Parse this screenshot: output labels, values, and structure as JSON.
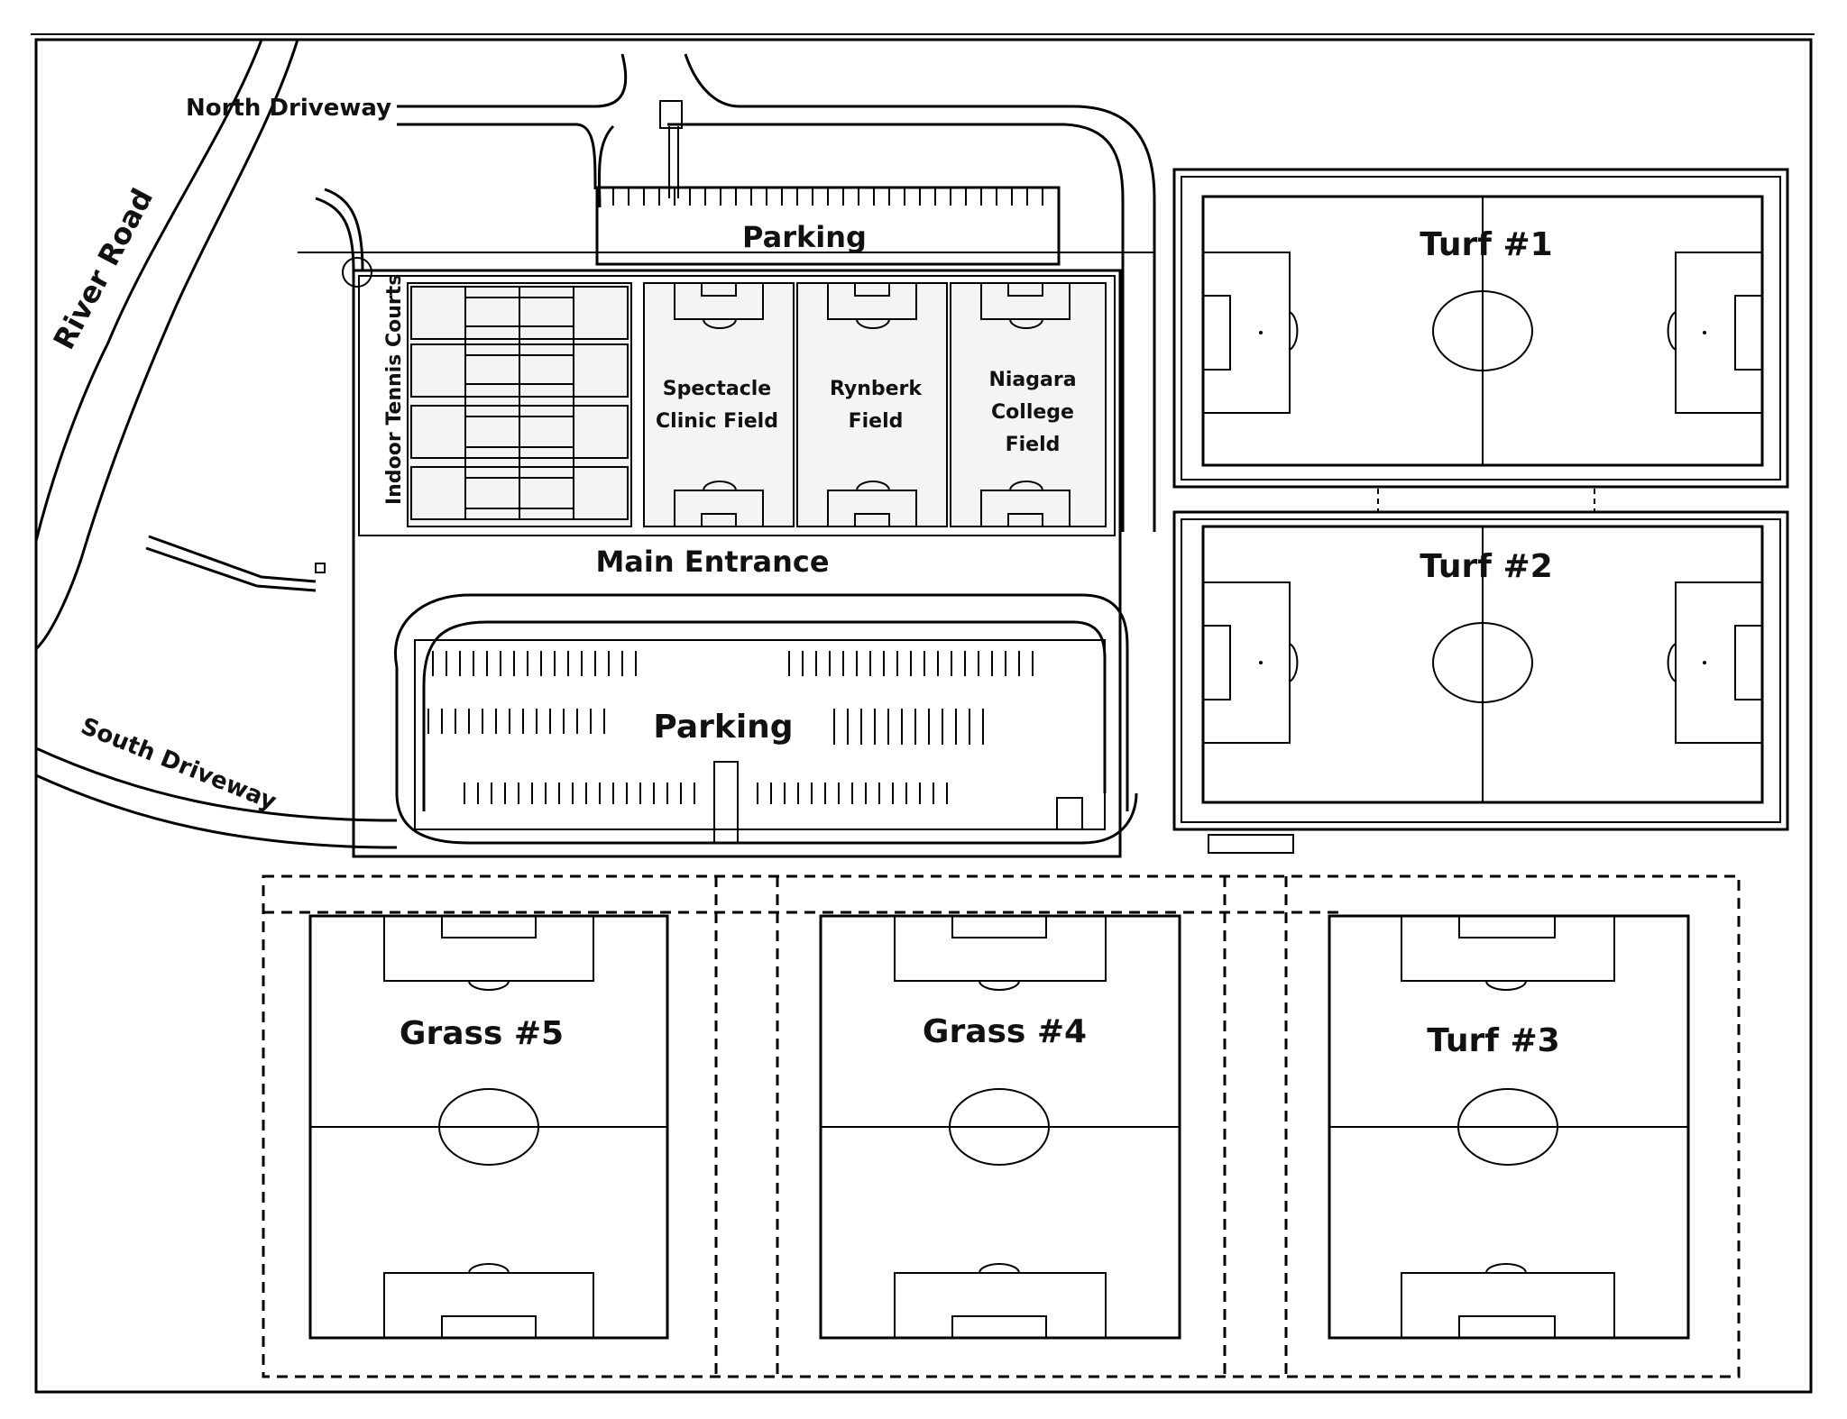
{
  "roads": {
    "river_road": "River Road",
    "north_driveway": "North Driveway",
    "south_driveway": "South Driveway"
  },
  "building": {
    "indoor_tennis": "Indoor Tennis Courts",
    "main_entrance": "Main Entrance",
    "indoor_fields": [
      {
        "line1": "Spectacle",
        "line2": "Clinic Field",
        "line3": ""
      },
      {
        "line1": "Rynberk",
        "line2": "Field",
        "line3": ""
      },
      {
        "line1": "Niagara",
        "line2": "College",
        "line3": "Field"
      }
    ]
  },
  "parking": {
    "north": "Parking",
    "south": "Parking"
  },
  "fields": {
    "turf1": "Turf #1",
    "turf2": "Turf #2",
    "turf3": "Turf #3",
    "grass4": "Grass #4",
    "grass5": "Grass #5"
  }
}
